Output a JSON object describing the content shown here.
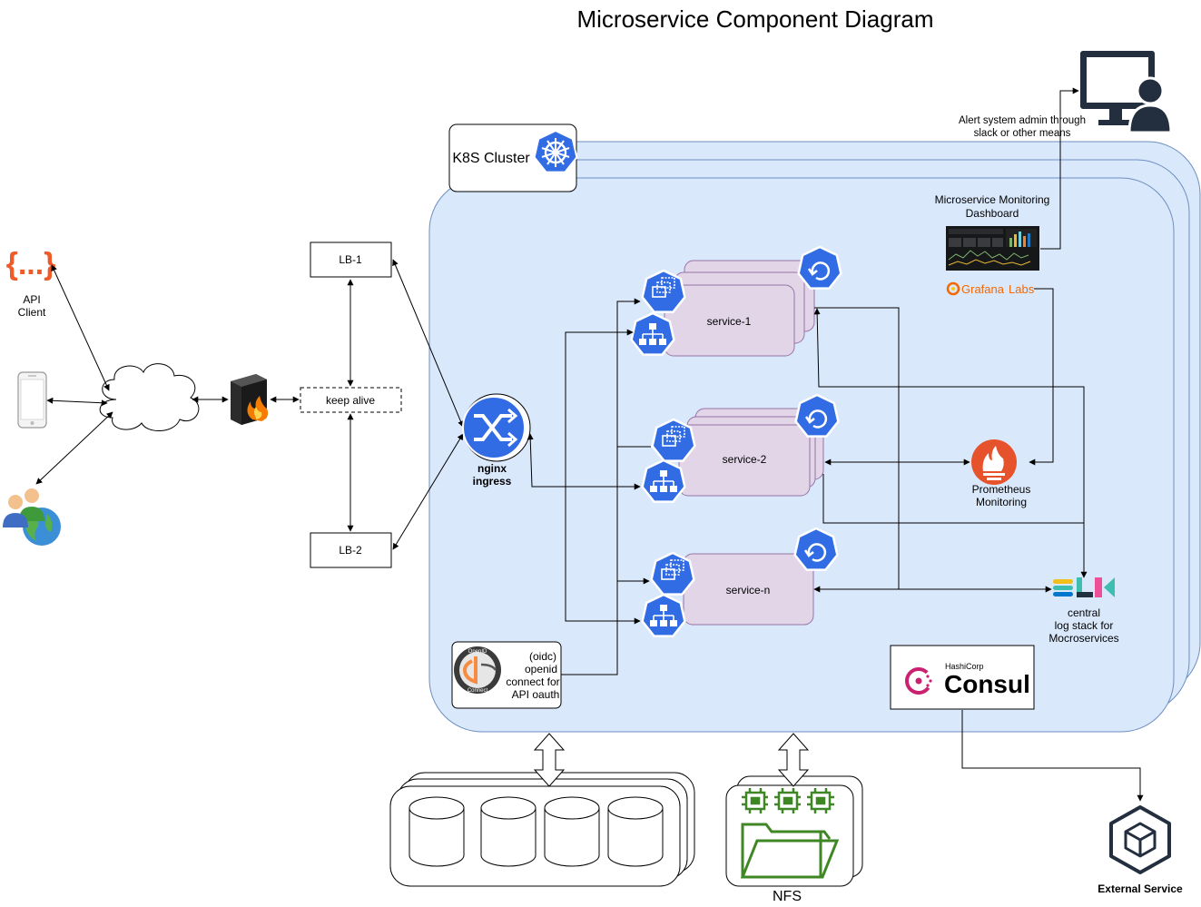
{
  "title": "Microservice Component Diagram",
  "cluster": {
    "label": "K8S Cluster"
  },
  "clients": {
    "api_client_line1": "API",
    "api_client_line2": "Client"
  },
  "load_balancers": {
    "lb1": "LB-1",
    "lb2": "LB-2",
    "keep_alive": "keep alive"
  },
  "ingress": {
    "line1": "nginx",
    "line2": "ingress"
  },
  "services": [
    {
      "label": "service-1"
    },
    {
      "label": "service-2"
    },
    {
      "label": "service-n"
    }
  ],
  "oidc": {
    "line1": "(oidc)",
    "line2": "openid",
    "line3": "connect for",
    "line4": "API oauth",
    "logo_top": "OpenID",
    "logo_bottom": "Connect"
  },
  "monitoring": {
    "alert_line1": "Alert system admin through",
    "alert_line2": "slack or other means",
    "dashboard_line1": "Microservice Monitoring",
    "dashboard_line2": "Dashboard",
    "grafana_word": "Grafana",
    "grafana_labs": "Labs",
    "prometheus_line1": "Prometheus",
    "prometheus_line2": "Monitoring"
  },
  "elk": {
    "line1": "central",
    "line2": "log stack for",
    "line3": "Mocroservices"
  },
  "consul": {
    "vendor": "HashiCorp",
    "name": "Consul"
  },
  "storage": {
    "nfs_label": "NFS"
  },
  "external": {
    "label": "External Service"
  },
  "colors": {
    "cluster_fill": "#dae8fc",
    "cluster_stroke": "#6c8ebf",
    "service_fill": "#e1d5e7",
    "service_stroke": "#9673a6",
    "k8s_blue": "#326ce5",
    "nfs_green": "#3f8624",
    "prometheus_orange": "#e6522c",
    "consul_magenta": "#ca2171",
    "api_orange": "#f05a28"
  }
}
